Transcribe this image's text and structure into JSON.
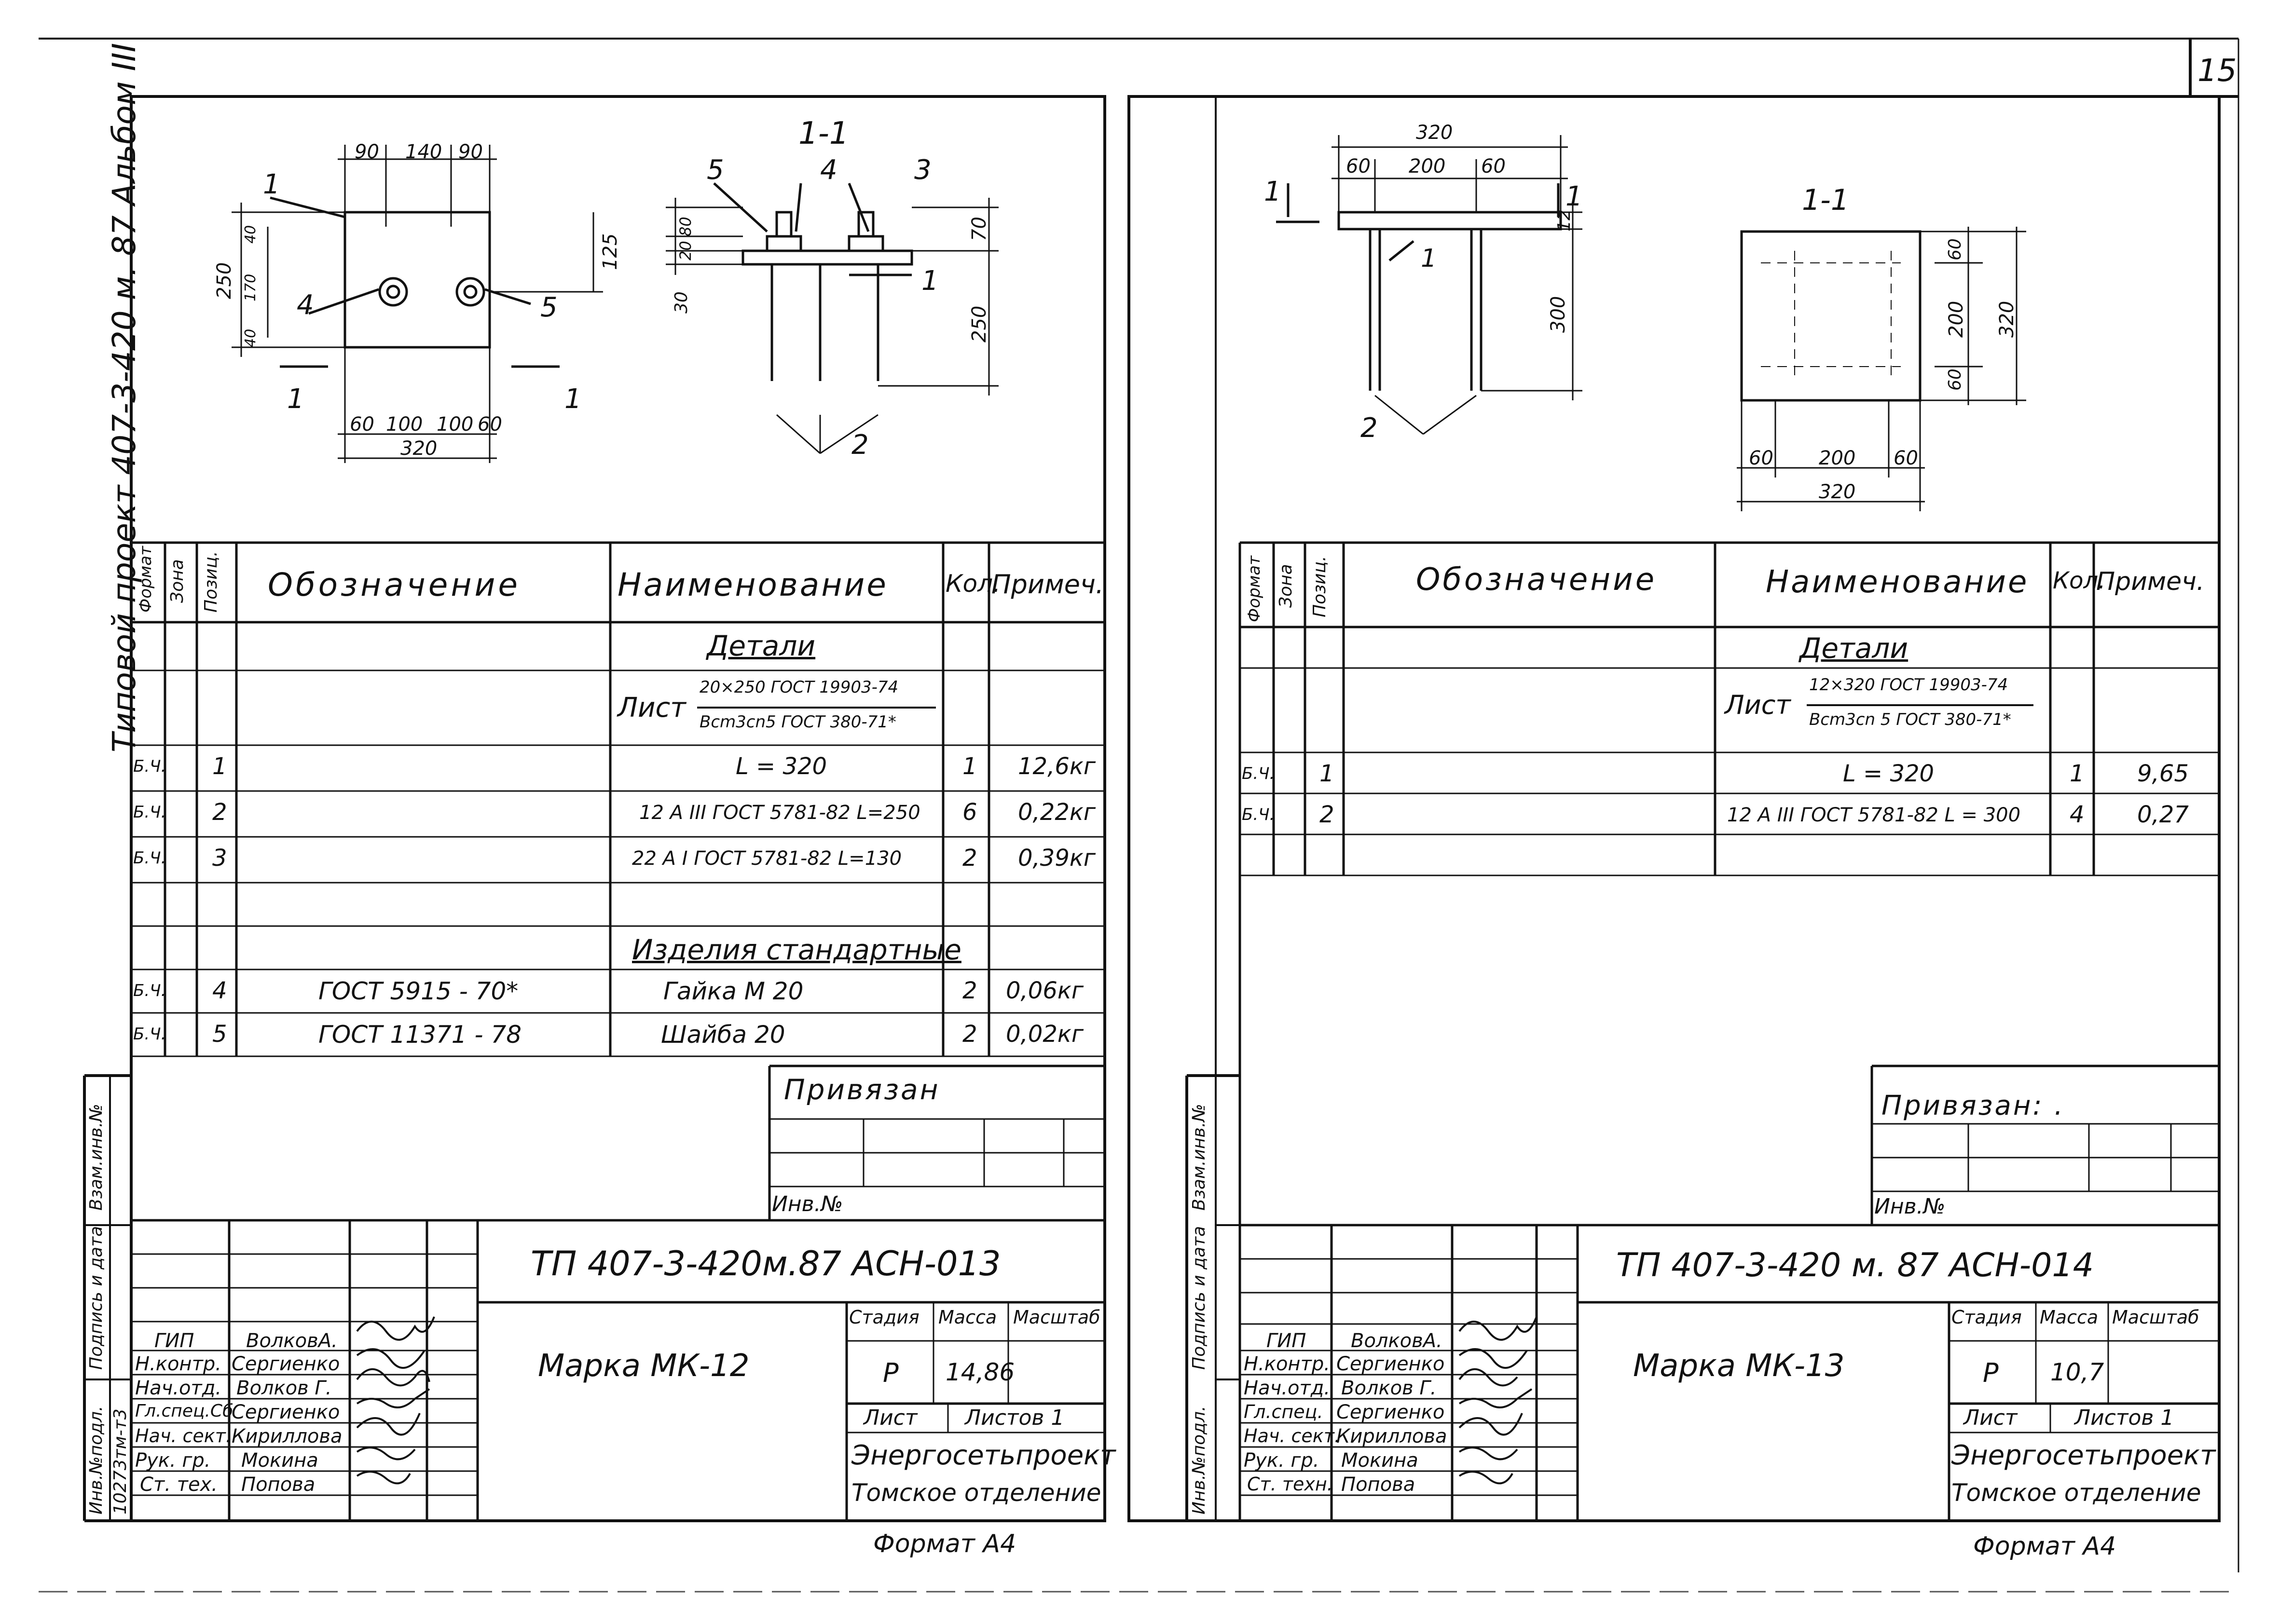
{
  "page_number": "15",
  "side_title": "Типовой  проект   407-3-420 м. 87  Альбом III",
  "columns": {
    "format": "Формат",
    "zone": "Зона",
    "pos": "Позиц.",
    "designation": "Обозначение",
    "name": "Наименование",
    "qty": "Кол.",
    "note": "Примеч."
  },
  "left": {
    "plan_dims": {
      "top": [
        "90",
        "140",
        "90"
      ],
      "bottom": [
        "60",
        "100",
        "100",
        "60"
      ],
      "bottom_total": "320",
      "left_total": "250",
      "left_parts": [
        "40",
        "170",
        "40"
      ],
      "right": "125"
    },
    "plan_labels": [
      "1",
      "4",
      "5"
    ],
    "section_mark": "1",
    "section_title": "1-1",
    "section_dims": {
      "left": [
        "30",
        "20",
        "80"
      ],
      "right_top": "70",
      "right": "250"
    },
    "section_labels": [
      "5",
      "4",
      "3",
      "1",
      "2"
    ],
    "table": {
      "section_details": "Детали",
      "material_prefix": "Лист",
      "material_top": "20×250 ГОСТ 19903-74",
      "material_bottom": "Bcm3cn5 ГОСТ 380-71*",
      "rows": [
        {
          "format": "Б.Ч.",
          "pos": "1",
          "designation": "",
          "name": "L = 320",
          "qty": "1",
          "note": "12,6кг"
        },
        {
          "format": "Б.Ч.",
          "pos": "2",
          "designation": "",
          "name": "12 A III  ГОСТ 5781-82 L=250",
          "qty": "6",
          "note": "0,22кг"
        },
        {
          "format": "Б.Ч.",
          "pos": "3",
          "designation": "",
          "name": "22 A I  ГОСТ 5781-82 L=130",
          "qty": "2",
          "note": "0,39кг"
        }
      ],
      "section_standard": "Изделия  стандартные",
      "std_rows": [
        {
          "format": "Б.Ч.",
          "pos": "4",
          "designation": "ГОСТ 5915 - 70*",
          "name": "Гайка  М 20",
          "qty": "2",
          "note": "0,06кг"
        },
        {
          "format": "Б.Ч.",
          "pos": "5",
          "designation": "ГОСТ 11371 - 78",
          "name": "Шайба  20",
          "qty": "2",
          "note": "0,02кг"
        }
      ]
    },
    "privyazan": "Привязан",
    "inv_no": "Инв.№",
    "doc_code": "ТП 407-3-420м.87    АСН-013",
    "title": "Марка  МК-12",
    "stage_hdr": "Стадия",
    "mass_hdr": "Масса",
    "scale_hdr": "Масштаб",
    "stage": "Р",
    "mass": "14,86",
    "sheet_hdr": "Лист",
    "sheets_hdr": "Листов 1",
    "org1": "Энергосетьпроект",
    "org2": "Томское  отделение",
    "format_label": "Формат  А4",
    "staff": [
      {
        "role": "ГИП",
        "name": "ВолковА."
      },
      {
        "role": "Н.контр.",
        "name": "Сергиенко"
      },
      {
        "role": "Нач.отд.",
        "name": "Волков Г."
      },
      {
        "role": "Гл.спец.Сб",
        "name": "Сергиенко"
      },
      {
        "role": "Нач. сект.",
        "name": "Кириллова"
      },
      {
        "role": "Рук. гр.",
        "name": "Мокина"
      },
      {
        "role": "Ст. тех.",
        "name": "Попова"
      }
    ],
    "side_stamp": [
      "Взам.инв.№",
      "Подпись и дата",
      "Инв.№подл.",
      "10273тм-т3"
    ]
  },
  "right": {
    "elev_dims": {
      "top": "320",
      "parts": [
        "60",
        "200",
        "60"
      ],
      "right_top": "12",
      "right": "300"
    },
    "elev_labels": [
      "1",
      "2"
    ],
    "section_mark": "1",
    "section_title": "1-1",
    "plan_dims": {
      "right_parts": [
        "60",
        "200",
        "60"
      ],
      "right_total": "320",
      "bottom_parts": [
        "60",
        "200",
        "60"
      ],
      "bottom_total": "320"
    },
    "table": {
      "section_details": "Детали",
      "material_prefix": "Лист",
      "material_top": "12×320 ГОСТ 19903-74",
      "material_bottom": "Bcm3cn 5 ГОСТ 380-71*",
      "rows": [
        {
          "format": "Б.Ч.",
          "pos": "1",
          "designation": "",
          "name": "L = 320",
          "qty": "1",
          "note": "9,65"
        },
        {
          "format": "Б.Ч.",
          "pos": "2",
          "designation": "",
          "name": "12 A III  ГОСТ 5781-82   L = 300",
          "qty": "4",
          "note": "0,27"
        }
      ]
    },
    "privyazan": "Привязан: .",
    "inv_no": "Инв.№",
    "doc_code": "ТП 407-3-420 м. 87     АСН-014",
    "title": "Марка  МК-13",
    "stage_hdr": "Стадия",
    "mass_hdr": "Масса",
    "scale_hdr": "Масштаб",
    "stage": "Р",
    "mass": "10,7",
    "sheet_hdr": "Лист",
    "sheets_hdr": "Листов 1",
    "org1": "Энергосетьпроект",
    "org2": "Томское  отделение",
    "format_label": "Формат  А4",
    "staff": [
      {
        "role": "ГИП",
        "name": "ВолковА."
      },
      {
        "role": "Н.контр.",
        "name": "Сергиенко"
      },
      {
        "role": "Нач.отд.",
        "name": "Волков Г."
      },
      {
        "role": "Гл.спец.",
        "name": "Сергиенко"
      },
      {
        "role": "Нач. сект.",
        "name": "Кириллова"
      },
      {
        "role": "Рук. гр.",
        "name": "Мокина"
      },
      {
        "role": "Ст. техн.",
        "name": "Попова"
      }
    ],
    "side_stamp": [
      "Взам.инв.№",
      "Подпись и дата",
      "Инв.№подл."
    ]
  }
}
